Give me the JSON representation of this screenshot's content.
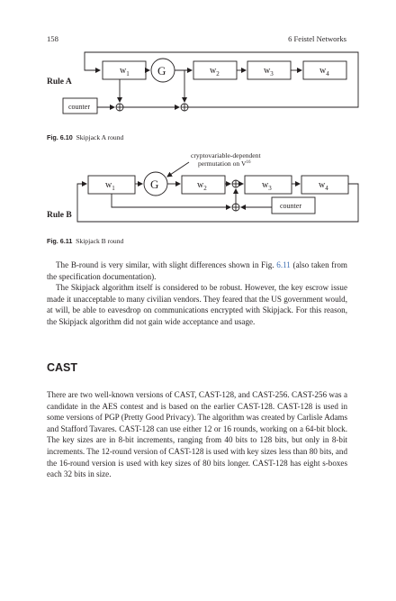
{
  "header": {
    "page_number": "158",
    "running_head": "6   Feistel Networks"
  },
  "fig_a": {
    "rule_label": "Rule A",
    "w1": "w",
    "w1_sub": "1",
    "g": "G",
    "w2": "w",
    "w2_sub": "2",
    "w3": "w",
    "w3_sub": "3",
    "w4": "w",
    "w4_sub": "4",
    "counter": "counter",
    "caption_num": "Fig. 6.10",
    "caption_text": "Skipjack A round"
  },
  "fig_b": {
    "rule_label": "Rule B",
    "note_line1": "cryptovariable-dependent",
    "note_line2": "permutation on V",
    "note_sup": "16",
    "w1": "w",
    "w1_sub": "1",
    "g": "G",
    "w2": "w",
    "w2_sub": "2",
    "w3": "w",
    "w3_sub": "3",
    "w4": "w",
    "w4_sub": "4",
    "counter": "counter",
    "caption_num": "Fig. 6.11",
    "caption_text": "Skipjack B round"
  },
  "body": {
    "p1_before": "The B-round is very similar, with slight differences shown in Fig. ",
    "p1_link": "6.11",
    "p1_after": " (also taken from the specification documentation).",
    "p2": "The Skipjack algorithm itself is considered to be robust. However, the key escrow issue made it unacceptable to many civilian vendors. They feared that the US government would, at will, be able to eavesdrop on communications encrypted with Skipjack. For this reason, the Skipjack algorithm did not gain wide acceptance and usage.",
    "section_heading": "CAST",
    "p3": "There are two well-known versions of CAST, CAST-128, and CAST-256. CAST-256 was a candidate in the AES contest and is based on the earlier CAST-128. CAST-128 is used in some versions of PGP (Pretty Good Privacy). The algorithm was created by Carlisle Adams and Stafford Tavares. CAST-128 can use either 12 or 16 rounds, working on a 64-bit block. The key sizes are in 8-bit increments, ranging from 40 bits to 128 bits, but only in 8-bit increments. The 12-round version of CAST-128 is used with key sizes less than 80 bits, and the 16-round version is used with key sizes of 80 bits longer. CAST-128 has eight s-boxes each 32 bits in size."
  }
}
